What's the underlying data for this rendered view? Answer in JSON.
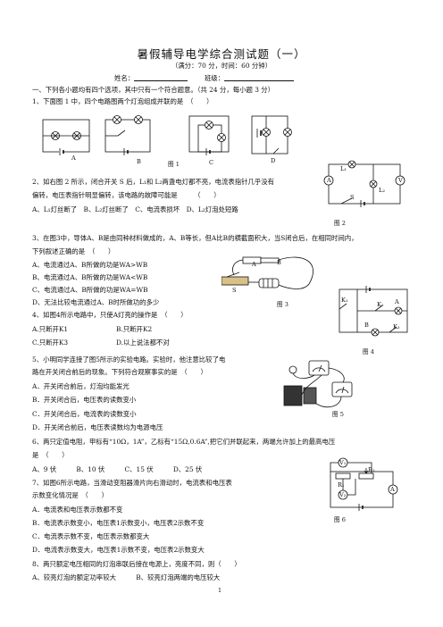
{
  "title": "暑假辅导电学综合测试题（一）",
  "subtitle": "（满分：70 分，时间：60 分钟）",
  "info": {
    "name_label": "姓名：",
    "class_label": "班级："
  },
  "section1": "一、下列各小题均有四个选项，其中只有一个符合题意。（共 24 分，每小题 3 分）",
  "q1": {
    "stem": "1、下面图 1 中，四个电路图两个灯泡组成并联的是　（　　）",
    "labels": [
      "A",
      "B",
      "C",
      "D"
    ],
    "fig_caption": "图 1"
  },
  "q2": {
    "line1": "2、如右图 2 所示，闭合开关 S 后，L₁和 L₂两盏电灯都不亮，电流表指针几乎没有",
    "line2": "偏转，电压表指针明显偏转，该电路的故障可能是　　　（　　）",
    "options": "A、L₁灯丝断了　B、L₂灯丝断了　C、电流表损坏　D、L₂灯泡处短路",
    "fig_caption": "图 2",
    "fig_labels": {
      "l1": "L₁",
      "l2": "L₂",
      "ammeter": "A",
      "voltmeter": "V",
      "switch": "S"
    }
  },
  "q3": {
    "line1": "3、在图3中，导体A、B是由同种材料做成的，A、B等长，但A比B的横截面积大，当S闭合后，在相同时间内，",
    "line2": "下列叙述正确的是　（　　）",
    "options": [
      "A、电流通过A、B所做的功是WA>WB",
      "B、电流通过A、B所做的功是WA<WB",
      "C、电流通过A、B所做的功是WA=WB",
      "D、无法比较电流通过A、B时所做功的多少"
    ],
    "fig_caption": "图 3",
    "fig_labels": {
      "a": "A",
      "b": "B",
      "s": "S"
    }
  },
  "q4": {
    "stem": "4、如图4所示电路中，只使A灯亮的操作是　（　　）",
    "options": [
      "A.只断开K1",
      "B.只断开K2",
      "C.只断开K3",
      "D.以上说法都不对"
    ],
    "fig_caption": "图 4",
    "fig_labels": {
      "k1": "K₁",
      "k2": "K₂",
      "k3": "K₃",
      "a": "A",
      "b": "B"
    }
  },
  "q5": {
    "line1": "5、小明同学连接了图5所示的实验电路。实验时，他注意比较了电",
    "line2": "路在开关闭合前后的现象。下列符合观察事实的是　（　　）",
    "options": [
      "A．开关闭合前后，灯泡均能发光",
      "B．开关闭合后，电压表的读数变小",
      "C．开关闭合后，电流表的读数变小",
      "D．开关闭合前后，电压表读数均为电源电压"
    ],
    "fig_caption": "图 5"
  },
  "q6": {
    "line1": "6、两只定值电阻，甲标有“10Ω，1A”，乙标有“15Ω,0.6A”,把它们并联起来，两端允许加上的最高电压",
    "line2": "是　（　　）",
    "options": "A、9 伏　　　B、10 伏　　　C、15 伏　　　D、25 伏"
  },
  "q7": {
    "line1": "7、如图6所示电路，当滑动变阻器滑片向右滑动时，电流表和电压表",
    "line2": "示数变化情况是　（　　）",
    "options": [
      "A．电流表和电压表示数都不变",
      "B．电流表示数变小，电压表1示数变小，电压表2示数不变",
      "C．电流表示数不变，电压表示数都变大",
      "D．电流表示数变大，电压表1示数不变，电压表2示数变大"
    ],
    "fig_caption": "图 6",
    "fig_labels": {
      "v1": "V₁",
      "v2": "V₂",
      "r1": "R₁",
      "r2": "R₂",
      "a": "A"
    }
  },
  "q8": {
    "stem": "8、两只额定电压相同的灯泡串联后接在电源上，亮度不同，则（　　）",
    "options": "A、较亮灯泡的额定功率较大　　　B、较亮灯泡两端的电压较大"
  },
  "page_number": "1"
}
